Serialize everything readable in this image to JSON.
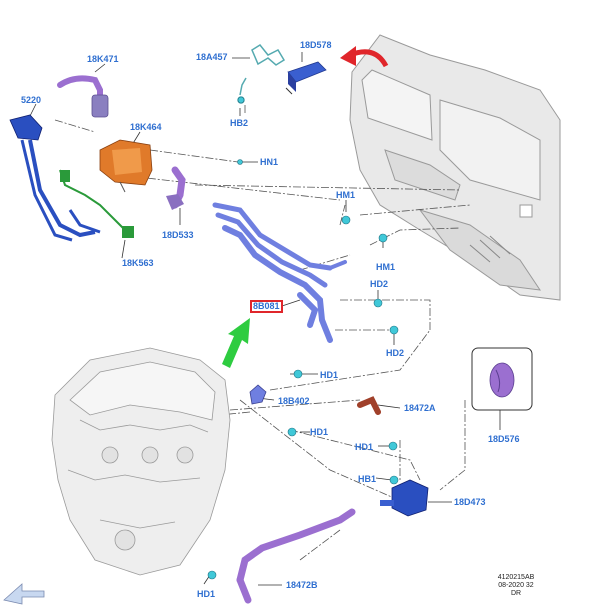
{
  "diagram": {
    "labels": {
      "l_18K471": "18K471",
      "l_18A457": "18A457",
      "l_18D578": "18D578",
      "l_5220": "5220",
      "l_18K464": "18K464",
      "l_HB2": "HB2",
      "l_HN1": "HN1",
      "l_HM1a": "HM1",
      "l_18D533": "18D533",
      "l_HM1b": "HM1",
      "l_18K563": "18K563",
      "l_HD2a": "HD2",
      "l_HD2b": "HD2",
      "l_HD1a": "HD1",
      "l_18B402": "18B402",
      "l_18472A": "18472A",
      "l_HD1b": "HD1",
      "l_18D576": "18D576",
      "l_HD1c": "HD1",
      "l_HB1": "HB1",
      "l_18D473": "18D473",
      "l_18472B": "18472B",
      "l_HD1d": "HD1"
    },
    "highlighted_part": "8B081",
    "reference": {
      "line1": "4120215AB",
      "line2": "08-2020 32",
      "line3": "DR"
    },
    "colors": {
      "callout": "#2f6fd0",
      "highlight_box": "#e0262b",
      "hose": "#9b6fd0",
      "tube": "#6f7fe0",
      "pump": "#e07a2a",
      "sensor": "#2a4fc0",
      "wire": "#2a9a3a",
      "arrow": "#2ecc40",
      "clamp": "#40c8d8"
    },
    "icons": [
      "curved-red-arrow-icon",
      "green-direction-arrow-icon",
      "front-direction-arrow-icon"
    ]
  }
}
